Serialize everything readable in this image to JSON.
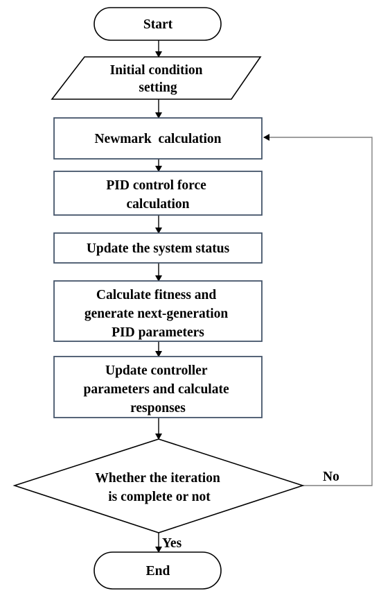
{
  "flowchart": {
    "start": "Start",
    "initial": [
      "Initial condition",
      "setting"
    ],
    "newmark": "Newmark  calculation",
    "pid_force": [
      "PID control force",
      "calculation"
    ],
    "update_status": "Update the system status",
    "fitness": [
      "Calculate fitness and",
      "generate next-generation",
      "PID parameters"
    ],
    "update_controller": [
      "Update controller",
      "parameters and calculate",
      "responses"
    ],
    "decision": [
      "Whether the iteration",
      "is complete or not"
    ],
    "no_label": "No",
    "yes_label": "Yes",
    "end": "End"
  }
}
